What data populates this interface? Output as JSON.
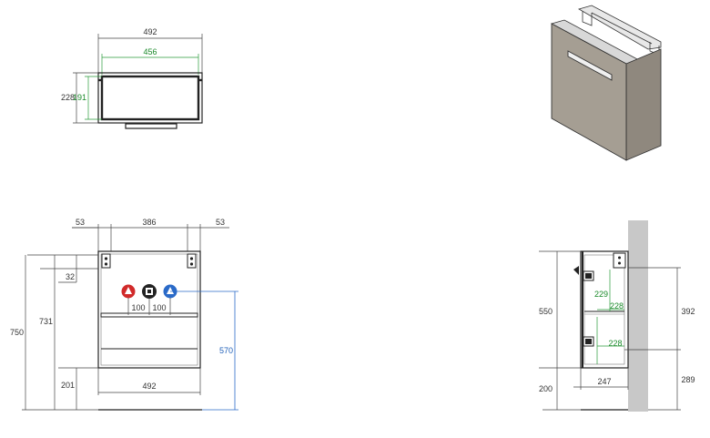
{
  "views": {
    "top": {
      "width_outer": "492",
      "width_inner": "456",
      "depth_outer": "228",
      "depth_inner": "191"
    },
    "front": {
      "left_margin": "53",
      "center_span": "386",
      "right_margin": "53",
      "top_offset": "32",
      "overall_height": "750",
      "cabinet_top_height": "731",
      "floor_clearance": "201",
      "pipe_height": "570",
      "pipe_spacing_left": "100",
      "pipe_spacing_right": "100",
      "base_width": "492"
    },
    "side": {
      "cabinet_height": "550",
      "floor_height": "200",
      "inner_upper": "229",
      "inner_shelf_depth": "228",
      "inner_lower_depth": "228",
      "wall_upper": "392",
      "wall_lower": "289",
      "depth": "247"
    }
  },
  "colors": {
    "line": "#444444",
    "inner_dimension": "#2a9a3a",
    "pipe_dimension": "#2a6ac8",
    "hot_water": "#d12a2a",
    "cold_water": "#2a6ac8",
    "drain": "#222222",
    "wall": "#c8c8c8",
    "cabinet_face": "#a59e93",
    "cabinet_side": "#8f887e"
  }
}
